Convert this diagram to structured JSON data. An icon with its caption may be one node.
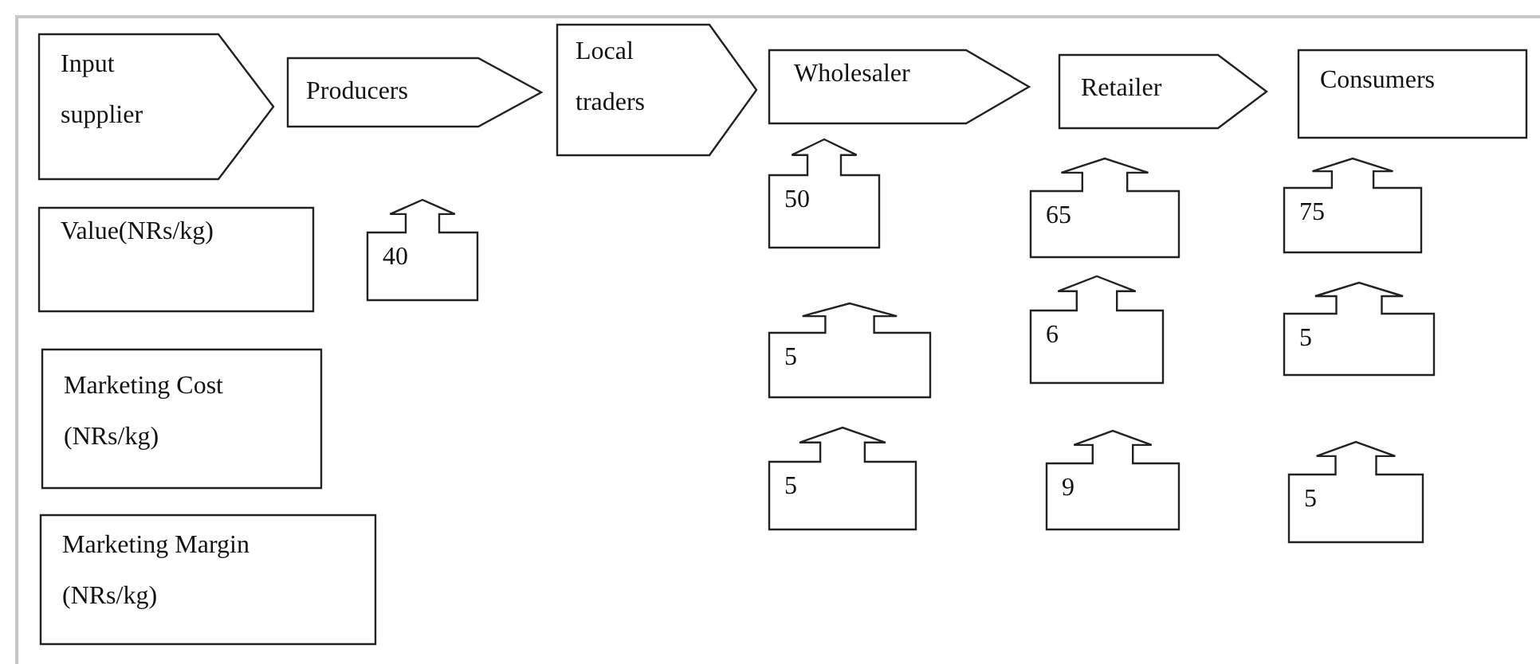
{
  "diagram": {
    "nodes": [
      {
        "text": [
          "Input supplier"
        ]
      },
      {
        "text": [
          "Producers"
        ]
      },
      {
        "text": [
          "Local traders"
        ]
      },
      {
        "text": [
          "Wholesaler"
        ]
      },
      {
        "text": [
          "Retailer"
        ]
      },
      {
        "text": [
          "Consumers"
        ]
      },
      {
        "text": [
          "Value(NRs/kg)"
        ]
      },
      {
        "text": [
          "40"
        ]
      },
      {
        "text": [
          "50"
        ]
      },
      {
        "text": [
          "65"
        ]
      },
      {
        "text": [
          "75"
        ]
      },
      {
        "text": [
          "Marketing Cost (NRs/kg)"
        ]
      },
      {
        "text": [
          "5"
        ]
      },
      {
        "text": [
          "6"
        ]
      },
      {
        "text": [
          "5"
        ]
      },
      {
        "text": [
          "Marketing Margin (NRs/kg)"
        ]
      },
      {
        "text": [
          "5"
        ]
      },
      {
        "text": [
          "9"
        ]
      },
      {
        "text": [
          "5"
        ]
      }
    ]
  }
}
